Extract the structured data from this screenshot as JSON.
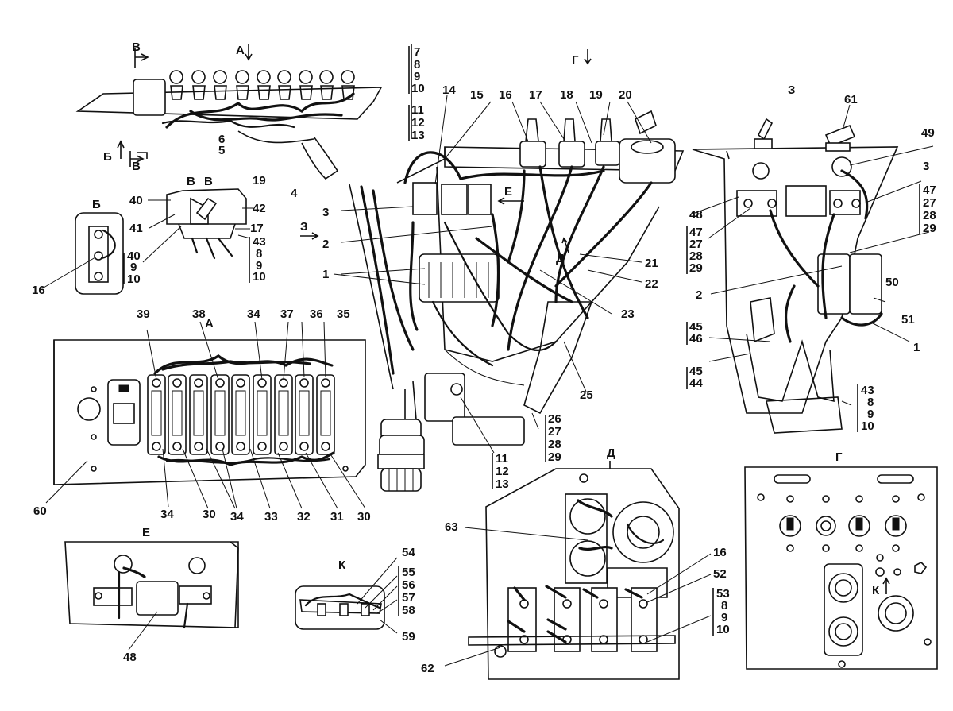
{
  "views": {
    "a": "А",
    "b": "Б",
    "v": "В",
    "g": "Г",
    "d": "Д",
    "e": "Е",
    "z": "З",
    "k": "К"
  },
  "parts": {
    "p1": "1",
    "p2": "2",
    "p3": "3",
    "p4": "4",
    "p5": "5",
    "p6": "6",
    "p7": "7",
    "p8": "8",
    "p9": "9",
    "p10": "10",
    "p11": "11",
    "p12": "12",
    "p13": "13",
    "p14": "14",
    "p15": "15",
    "p16": "16",
    "p17": "17",
    "p18": "18",
    "p19": "19",
    "p20": "20",
    "p21": "21",
    "p22": "22",
    "p23": "23",
    "p25": "25",
    "p26": "26",
    "p27": "27",
    "p28": "28",
    "p29": "29",
    "p30": "30",
    "p31": "31",
    "p32": "32",
    "p33": "33",
    "p34": "34",
    "p35": "35",
    "p36": "36",
    "p37": "37",
    "p38": "38",
    "p39": "39",
    "p40": "40",
    "p41": "41",
    "p42": "42",
    "p43": "43",
    "p44": "44",
    "p45": "45",
    "p46": "46",
    "p47": "47",
    "p48": "48",
    "p49": "49",
    "p50": "50",
    "p51": "51",
    "p52": "52",
    "p53": "53",
    "p54": "54",
    "p55": "55",
    "p56": "56",
    "p57": "57",
    "p58": "58",
    "p59": "59",
    "p60": "60",
    "p61": "61",
    "p62": "62",
    "p63": "63"
  }
}
